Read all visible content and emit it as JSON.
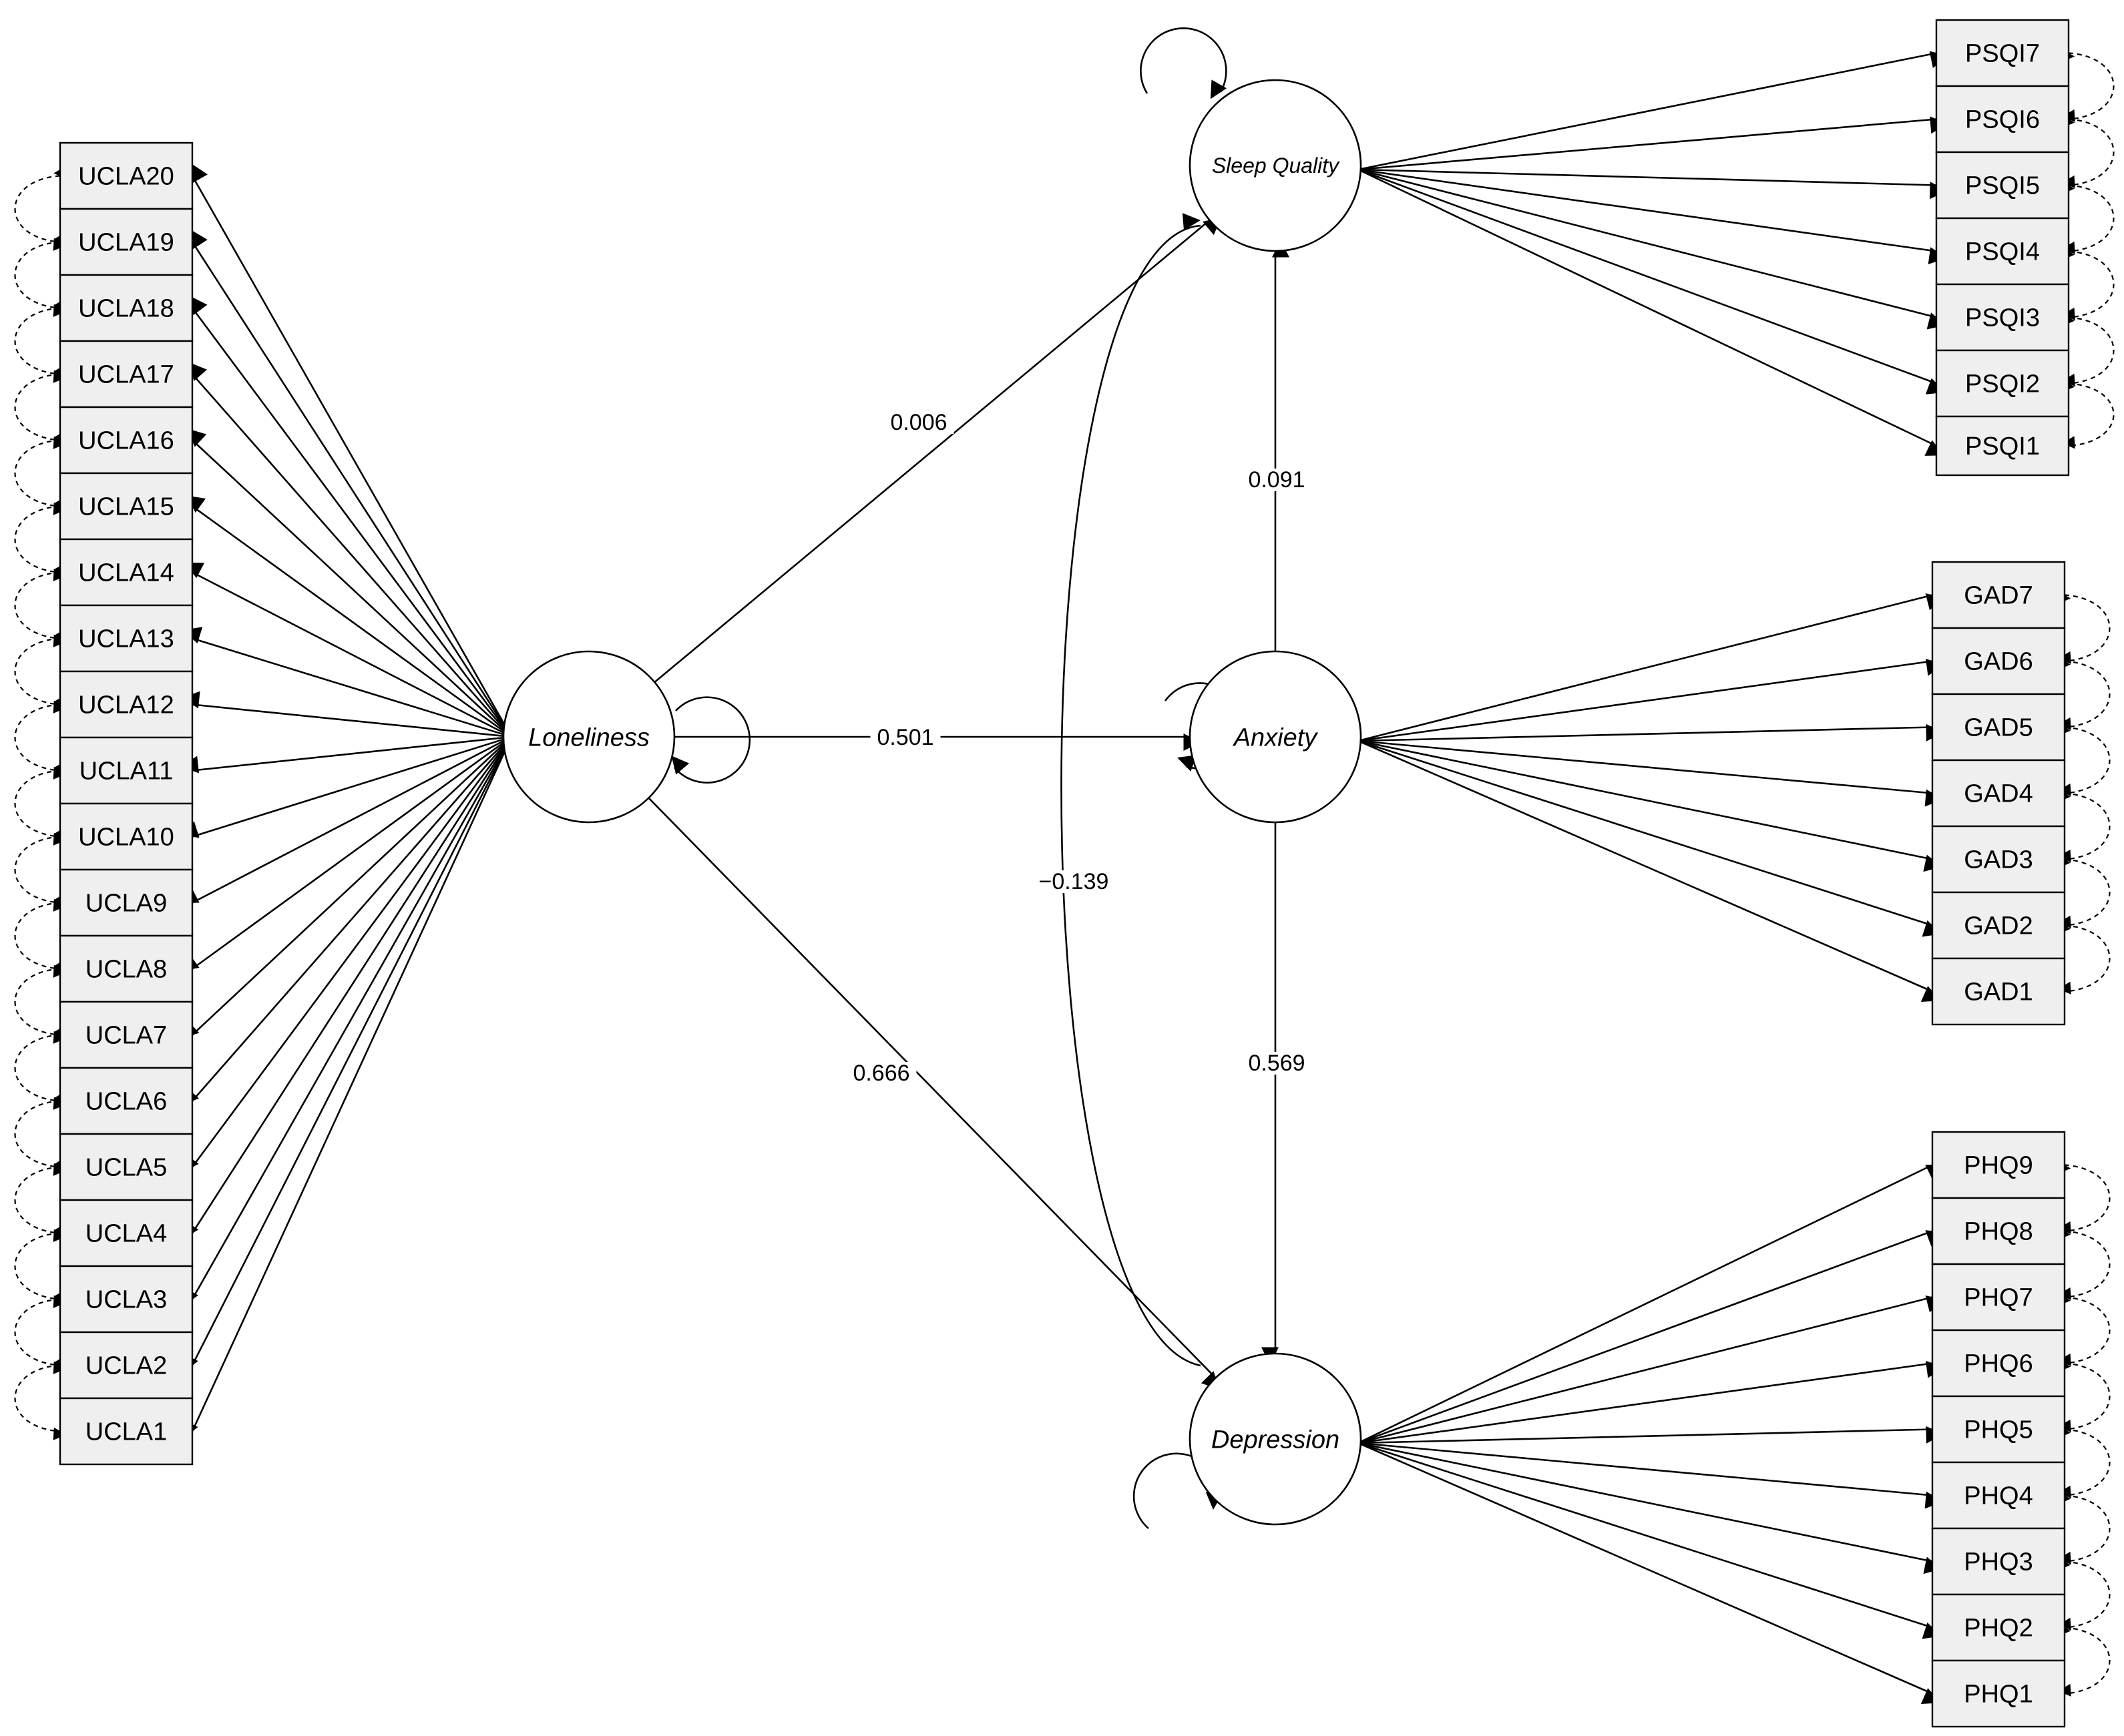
{
  "diagram": {
    "latent_variables": [
      {
        "id": "loneliness",
        "label": "Loneliness"
      },
      {
        "id": "sleep",
        "label": "Sleep Quality"
      },
      {
        "id": "anxiety",
        "label": "Anxiety"
      },
      {
        "id": "depression",
        "label": "Depression"
      }
    ],
    "indicators": {
      "loneliness": [
        "UCLA20",
        "UCLA19",
        "UCLA18",
        "UCLA17",
        "UCLA16",
        "UCLA15",
        "UCLA14",
        "UCLA13",
        "UCLA12",
        "UCLA11",
        "UCLA10",
        "UCLA9",
        "UCLA8",
        "UCLA7",
        "UCLA6",
        "UCLA5",
        "UCLA4",
        "UCLA3",
        "UCLA2",
        "UCLA1"
      ],
      "sleep": [
        "PSQI7",
        "PSQI6",
        "PSQI5",
        "PSQI4",
        "PSQI3",
        "PSQI2",
        "PSQI1"
      ],
      "anxiety": [
        "GAD7",
        "GAD6",
        "GAD5",
        "GAD4",
        "GAD3",
        "GAD2",
        "GAD1"
      ],
      "depression": [
        "PHQ9",
        "PHQ8",
        "PHQ7",
        "PHQ6",
        "PHQ5",
        "PHQ4",
        "PHQ3",
        "PHQ2",
        "PHQ1"
      ]
    },
    "paths": [
      {
        "from": "loneliness",
        "to": "sleep",
        "coefficient": "0.006"
      },
      {
        "from": "loneliness",
        "to": "anxiety",
        "coefficient": "0.501"
      },
      {
        "from": "loneliness",
        "to": "depression",
        "coefficient": "0.666"
      },
      {
        "from": "anxiety",
        "to": "sleep",
        "coefficient": "0.091"
      },
      {
        "from": "anxiety",
        "to": "depression",
        "coefficient": "0.569"
      },
      {
        "from": "depression",
        "to": "sleep",
        "coefficient": "−0.139",
        "type": "covariance"
      }
    ]
  }
}
